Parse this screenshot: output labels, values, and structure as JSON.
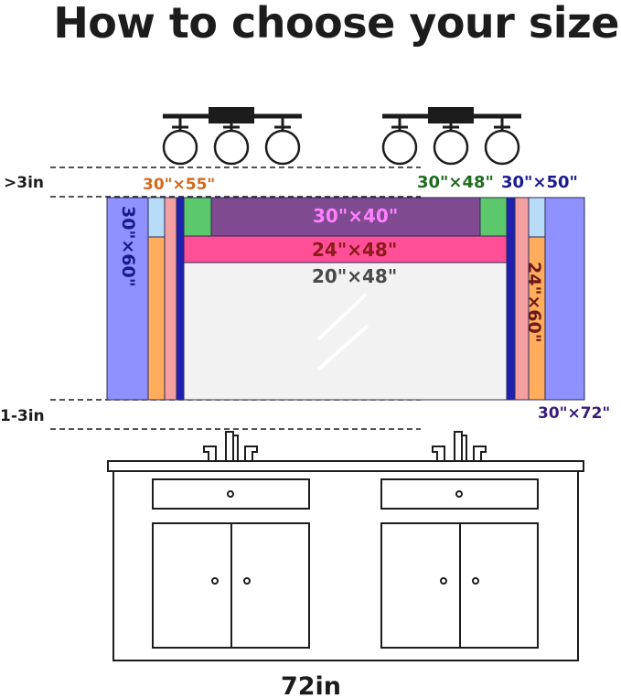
{
  "title": "How to choose your size",
  "gap_labels": {
    "above_mirror": ">3in",
    "below_mirror": "1-3in"
  },
  "sizes": [
    {
      "label": "30\"×55\"",
      "color": "#d2691e"
    },
    {
      "label": "30\"×48\"",
      "color": "#1e6b1e"
    },
    {
      "label": "30\"×50\"",
      "color": "#1a1a8c"
    },
    {
      "label": "30\"×40\"",
      "color": "#ff80ff"
    },
    {
      "label": "24\"×48\"",
      "color": "#8b1a1a"
    },
    {
      "label": "20\"×48\"",
      "color": "#4a4a4a"
    },
    {
      "label": "30\"×60\"",
      "color": "#1a1a8c"
    },
    {
      "label": "24\"×60\"",
      "color": "#6b1a1a"
    },
    {
      "label": "30\"×72\"",
      "color": "#3a1a7a"
    }
  ],
  "vanity_width_label": "72in",
  "colors": {
    "size_30x72": "#9090ff",
    "size_30x60_light": "#b8dcf8",
    "size_30x60_orange": "#ffad5c",
    "size_30x55": "#f5a0a0",
    "size_30x50": "#2020b0",
    "size_30x48": "#5cc86c",
    "size_30x40": "#7f4a8f",
    "size_24x48": "#ff4f96",
    "size_20x48": "#f2f2f2"
  }
}
